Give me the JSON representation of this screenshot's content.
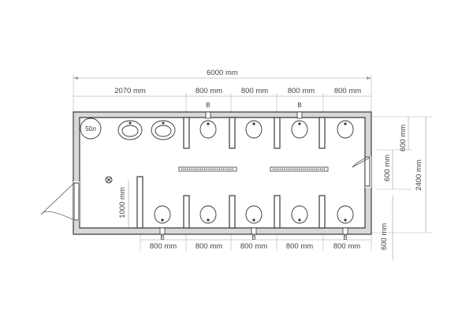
{
  "plan": {
    "overall_width": "6000 mm",
    "overall_height": "2400 mm",
    "top_dims": [
      "2070 mm",
      "800 mm",
      "800 mm",
      "800 mm",
      "800 mm"
    ],
    "bottom_dims": [
      "800 mm",
      "800 mm",
      "800 mm",
      "800 mm",
      "800 mm"
    ],
    "right_dims": [
      "600 mm",
      "600 mm"
    ],
    "bottom_right_dim": "600 mm",
    "left_room_dim": "1000 mm",
    "tank_label": "50л",
    "vent_label": "В"
  }
}
